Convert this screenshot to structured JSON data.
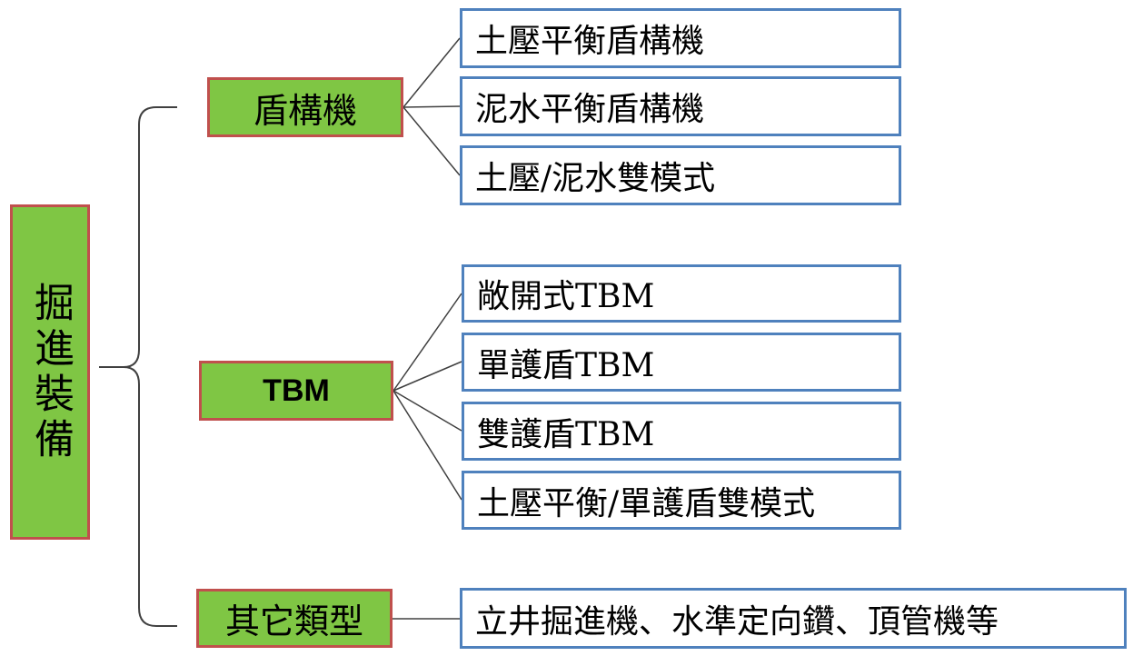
{
  "root": {
    "label": "掘進裝備"
  },
  "categories": [
    {
      "label": "盾構機",
      "items": [
        "土壓平衡盾構機",
        "泥水平衡盾構機",
        "土壓/泥水雙模式"
      ]
    },
    {
      "label": "TBM",
      "items": [
        "敞開式TBM",
        "單護盾TBM",
        "雙護盾TBM",
        "土壓平衡/單護盾雙模式"
      ]
    },
    {
      "label": "其它類型",
      "items": [
        "立井掘進機、水準定向鑽、頂管機等"
      ]
    }
  ],
  "colors": {
    "category_fill": "#7fc644",
    "category_border": "#c0504d",
    "leaf_border": "#4f81bd",
    "connector": "#404040"
  }
}
